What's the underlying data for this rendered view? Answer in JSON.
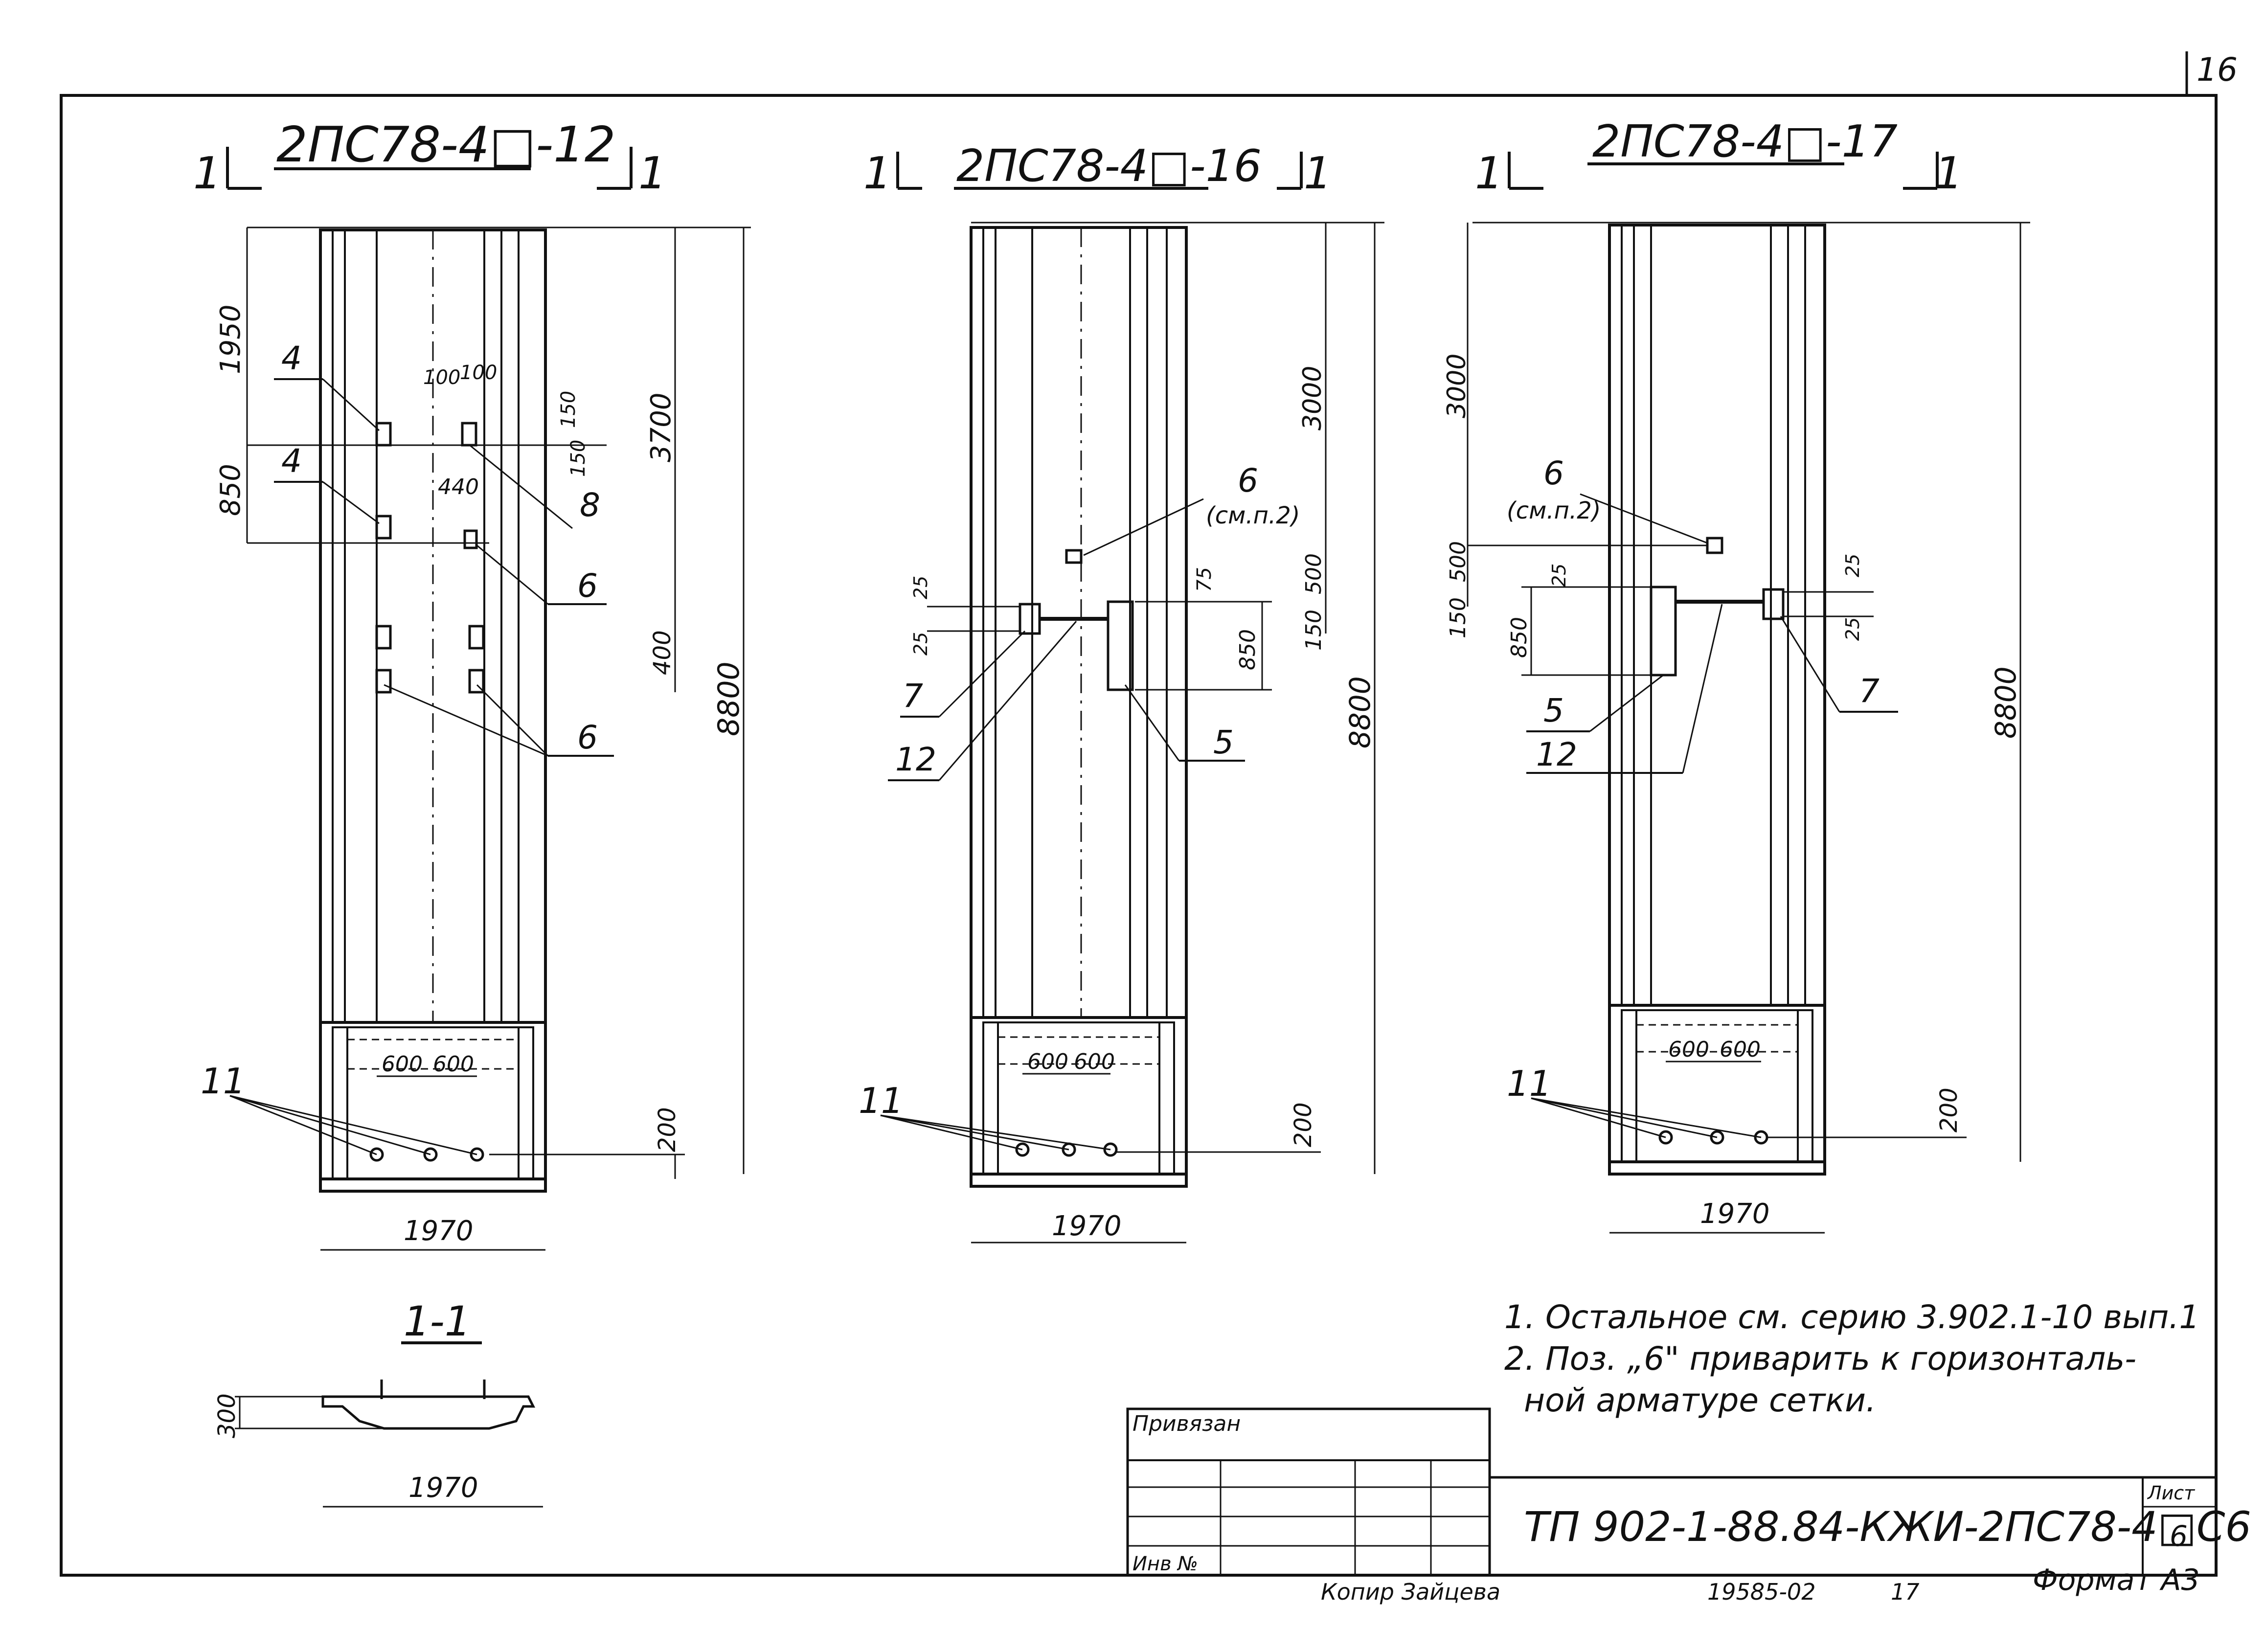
{
  "sheet_corner_number": "16",
  "views": [
    {
      "title": "2ПС78-4□-12",
      "section_mark": "1",
      "width_dim": "1970",
      "total_height_dim": "8800",
      "bottom_dim": "200",
      "dims": [
        "1950",
        "850",
        "100",
        "100",
        "150",
        "150",
        "440",
        "3700",
        "400",
        "600",
        "600"
      ],
      "callouts": [
        "4",
        "4",
        "8",
        "6",
        "6",
        "11"
      ]
    },
    {
      "title": "2ПС78-4□-16",
      "section_mark": "1",
      "width_dim": "1970",
      "total_height_dim": "8800",
      "bottom_dim": "200",
      "dims": [
        "3000",
        "500",
        "150",
        "75",
        "850",
        "25",
        "25",
        "600",
        "600"
      ],
      "callouts": [
        "6",
        "(см.п.2)",
        "7",
        "12",
        "5",
        "11"
      ]
    },
    {
      "title": "2ПС78-4□-17",
      "section_mark": "1",
      "width_dim": "1970",
      "total_height_dim": "8800",
      "bottom_dim": "200",
      "dims": [
        "3000",
        "500",
        "150",
        "850",
        "25",
        "25",
        "25",
        "600",
        "600"
      ],
      "callouts": [
        "6",
        "(см.п.2)",
        "7",
        "5",
        "12",
        "11"
      ]
    }
  ],
  "section": {
    "title": "1-1",
    "height_dim": "300",
    "width_dim": "1970"
  },
  "notes": [
    "1. Остальное см. серию 3.902.1-10 вып.1",
    "2. Поз. „6\" приварить к горизонталь-",
    "ной арматуре сетки."
  ],
  "stamp": {
    "privyazan": "Привязан",
    "inv_no": "Инв №",
    "doc_code": "ТП 902-1-88.84-КЖИ-2ПС78-4□С6",
    "list_label": "Лист",
    "list_no": "6"
  },
  "footer": {
    "copier": "Копир Зайцева",
    "order_no": "19585-02",
    "order_sheet": "17",
    "format": "Формат А3"
  }
}
